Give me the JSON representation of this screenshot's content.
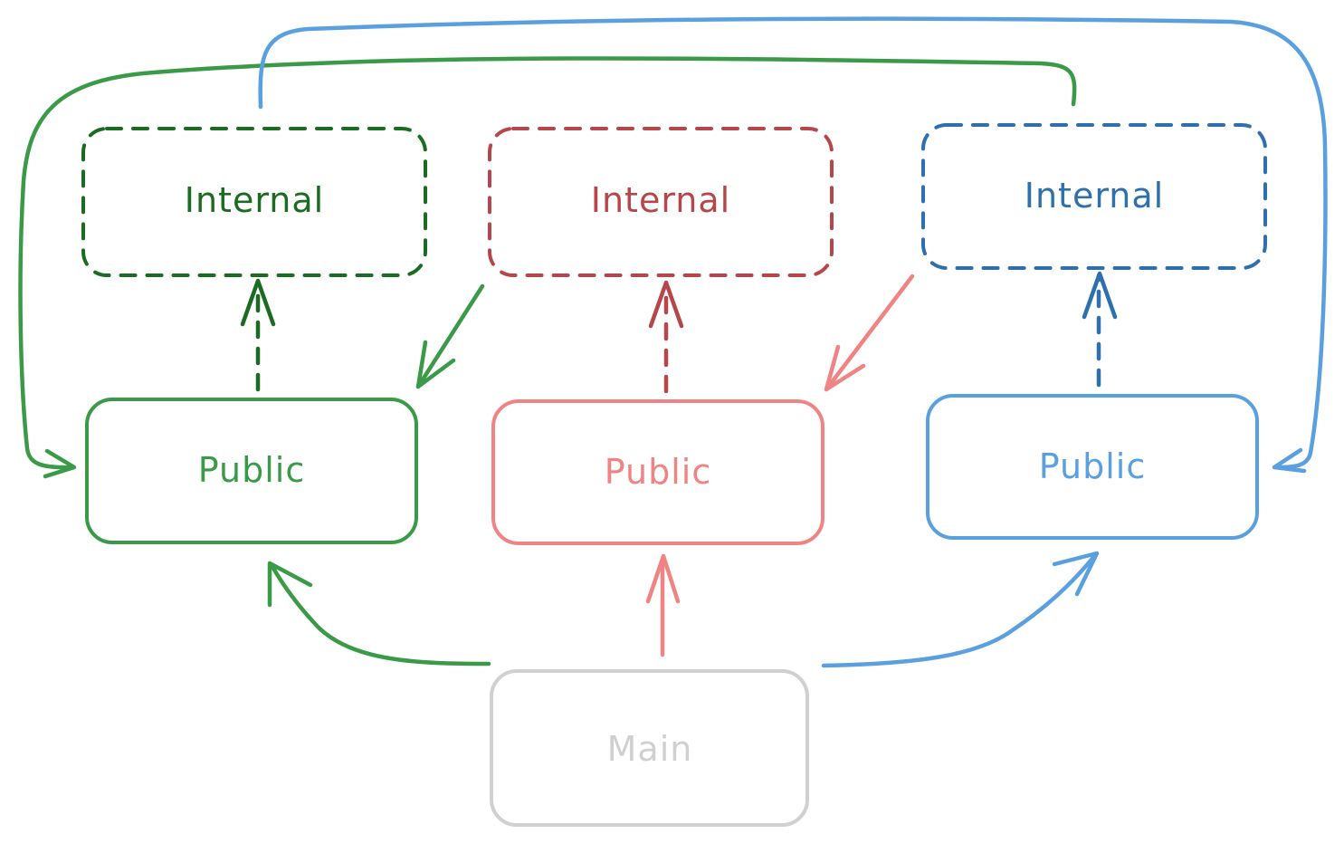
{
  "colors": {
    "green_dark": "#1b6b23",
    "green": "#3a9a48",
    "red_dark": "#b5474a",
    "red": "#f08383",
    "blue_dark": "#2e6fae",
    "blue": "#5aa0e0",
    "gray": "#d0d0d0"
  },
  "modules": {
    "green": {
      "internal_label": "Internal",
      "public_label": "Public"
    },
    "red": {
      "internal_label": "Internal",
      "public_label": "Public"
    },
    "blue": {
      "internal_label": "Internal",
      "public_label": "Public"
    },
    "main": {
      "label": "Main"
    }
  },
  "edges": [
    {
      "from": "green.public",
      "to": "green.internal",
      "style": "dashed"
    },
    {
      "from": "red.public",
      "to": "red.internal",
      "style": "dashed"
    },
    {
      "from": "blue.public",
      "to": "blue.internal",
      "style": "dashed"
    },
    {
      "from": "red.internal",
      "to": "green.public",
      "style": "solid"
    },
    {
      "from": "blue.internal",
      "to": "red.public",
      "style": "solid"
    },
    {
      "from": "blue.internal",
      "to": "green.public",
      "style": "solid"
    },
    {
      "from": "green.internal",
      "to": "blue.public",
      "style": "solid"
    },
    {
      "from": "main",
      "to": "green.public",
      "style": "solid"
    },
    {
      "from": "main",
      "to": "red.public",
      "style": "solid"
    },
    {
      "from": "main",
      "to": "blue.public",
      "style": "solid"
    }
  ]
}
